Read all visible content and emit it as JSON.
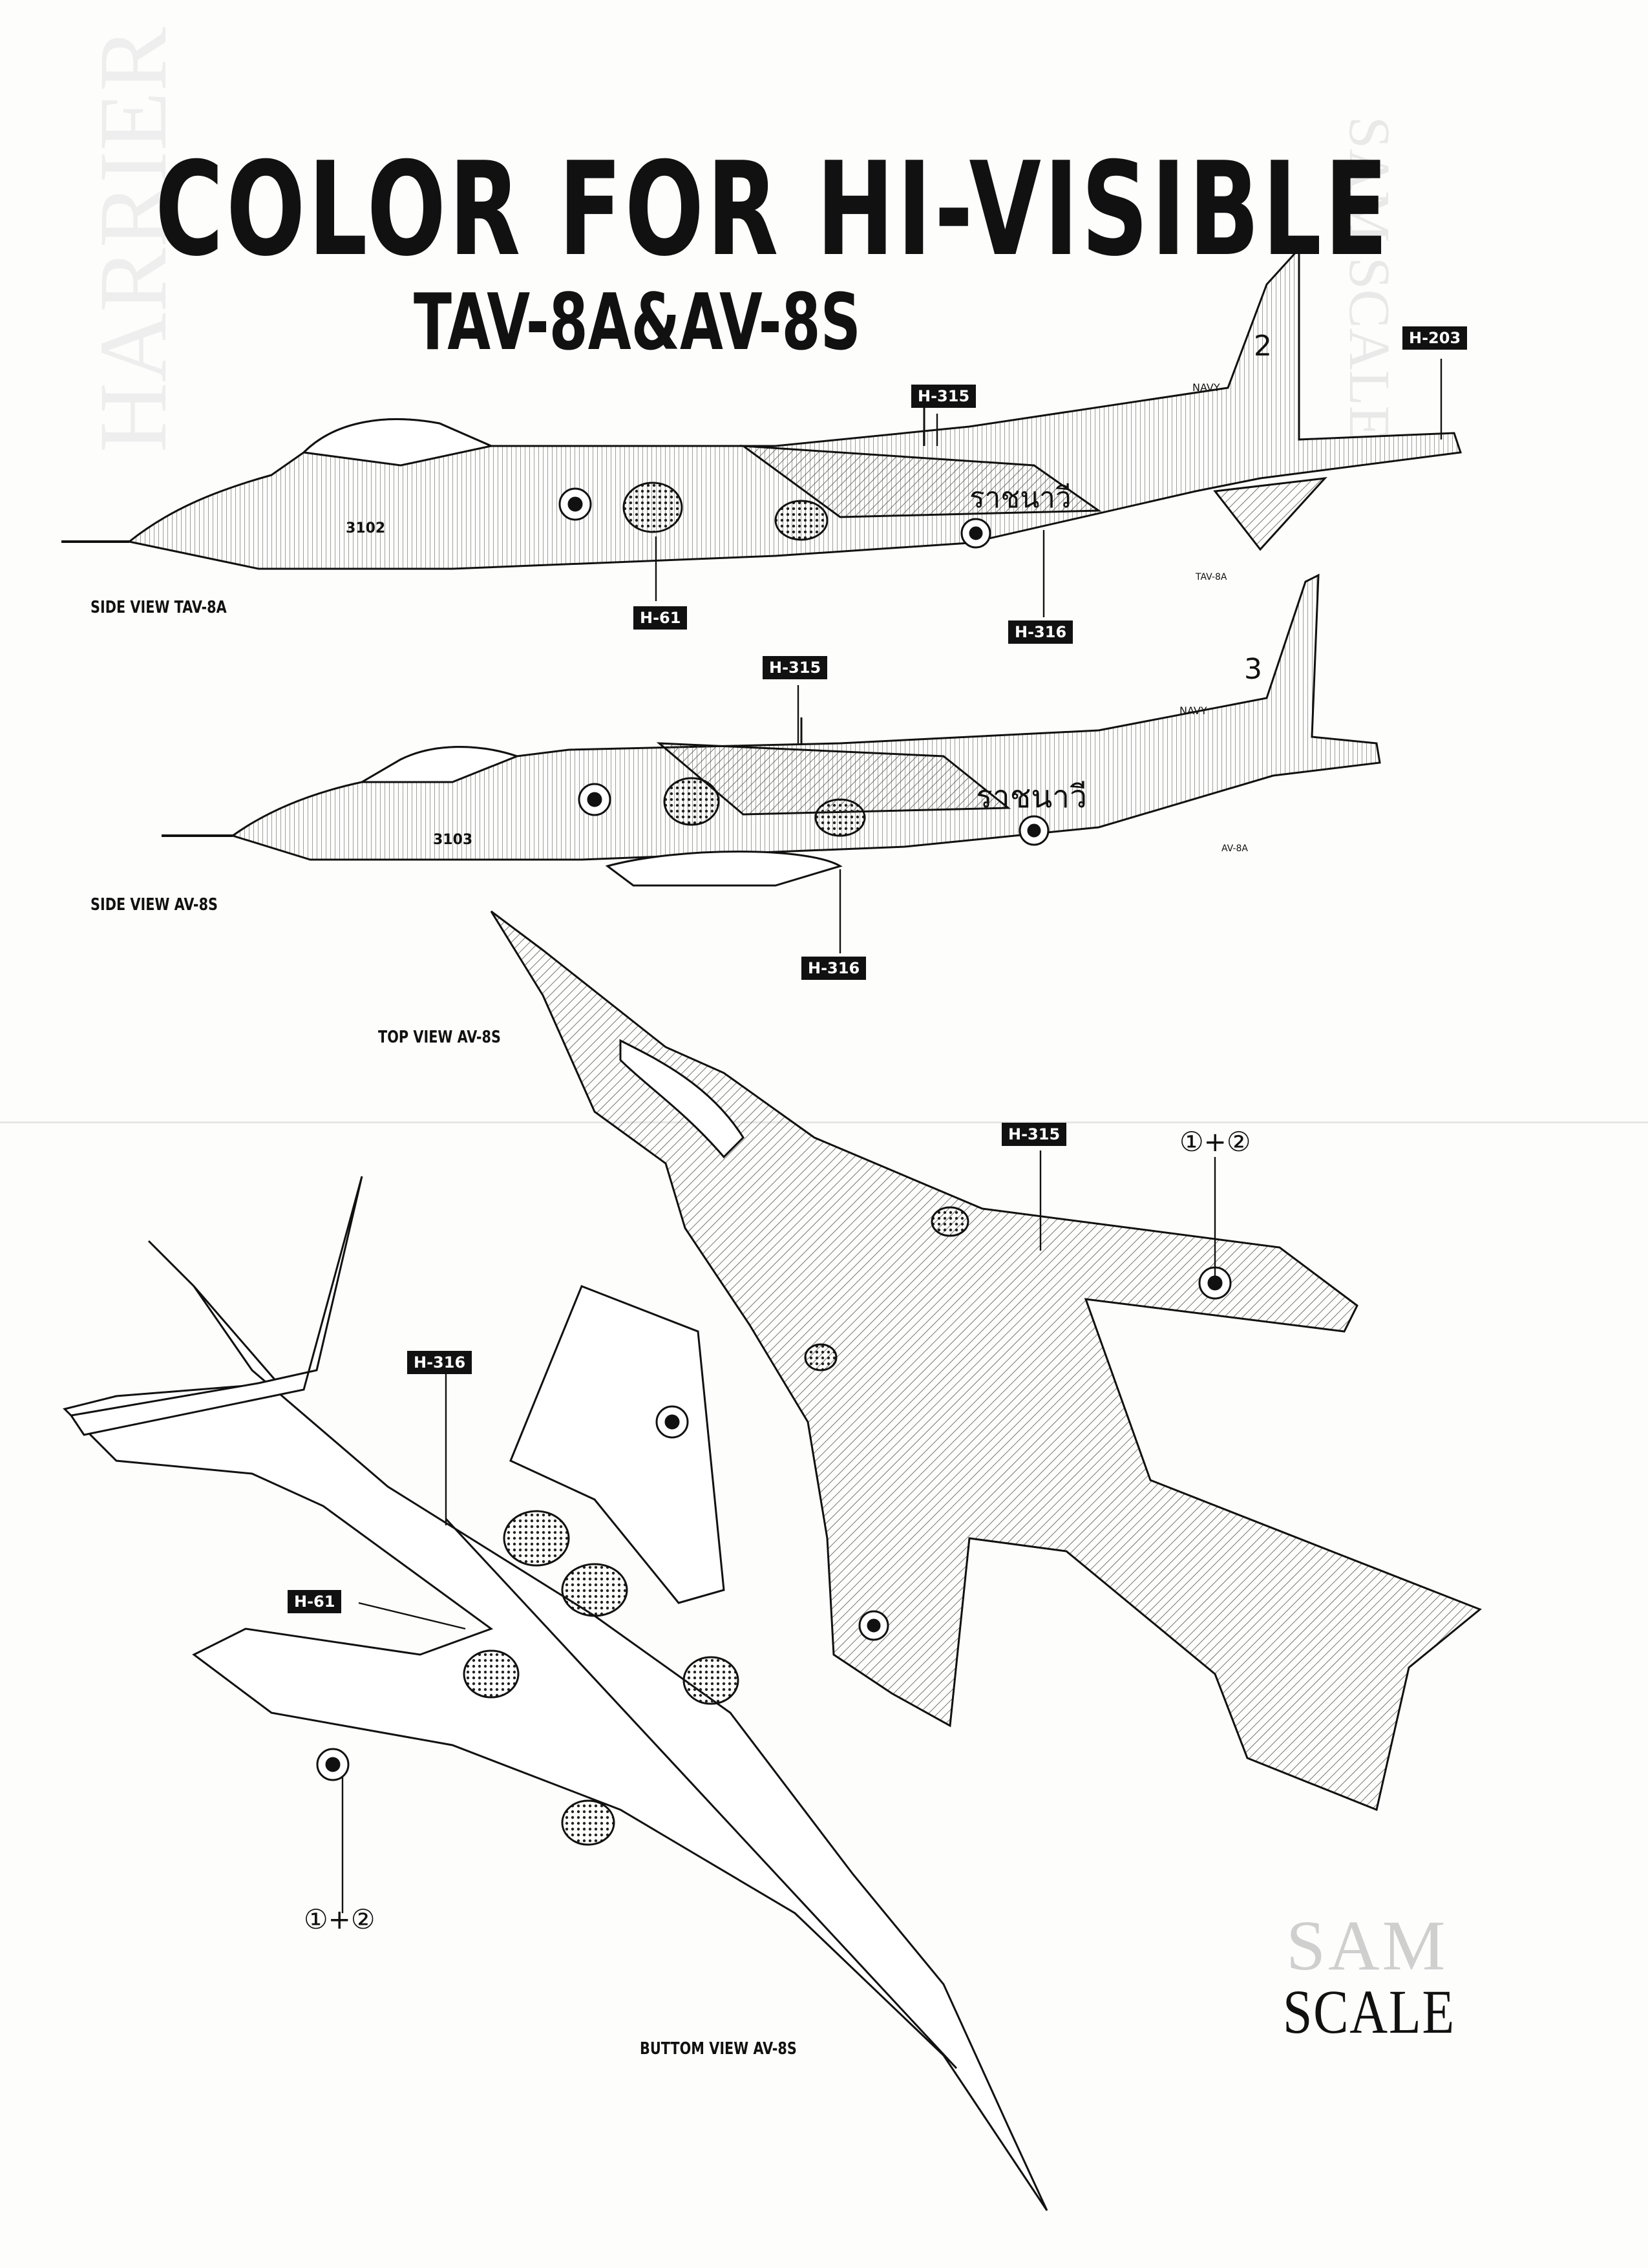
{
  "title": {
    "main": "COLOR FOR HI-VISIBLE",
    "sub": "TAV-8A&AV-8S"
  },
  "views": {
    "side_tav8a": "SIDE VIEW TAV-8A",
    "side_av8s": "SIDE VIEW AV-8S",
    "top_av8s": "TOP VIEW AV-8S",
    "bottom_av8s": "BUTTOM VIEW AV-8S"
  },
  "color_tags": {
    "tav8a_h315": "H-315",
    "tav8a_h203": "H-203",
    "tav8a_h61": "H-61",
    "tav8a_h316": "H-316",
    "av8s_h315": "H-315",
    "av8s_h316": "H-316",
    "top_h315": "H-315",
    "bottom_h316": "H-316",
    "bottom_h61": "H-61"
  },
  "aircraft_markings": {
    "tav8a_number": "3102",
    "tav8a_fin": "2",
    "av8s_number": "3103",
    "av8s_fin": "3",
    "navy_text": "ราชนาวี",
    "navy_badge": "NAVY",
    "tav8a_serial": "TAV-8A",
    "av8s_serial": "AV-8A"
  },
  "decal_callouts": {
    "top": "①+②",
    "bottom": "①+②"
  },
  "brand": {
    "sam": "SAM",
    "scale": "SCALE"
  },
  "background_watermark": {
    "vertical_brand": "SAM SCALE",
    "vertical_model": "HARRIER"
  }
}
